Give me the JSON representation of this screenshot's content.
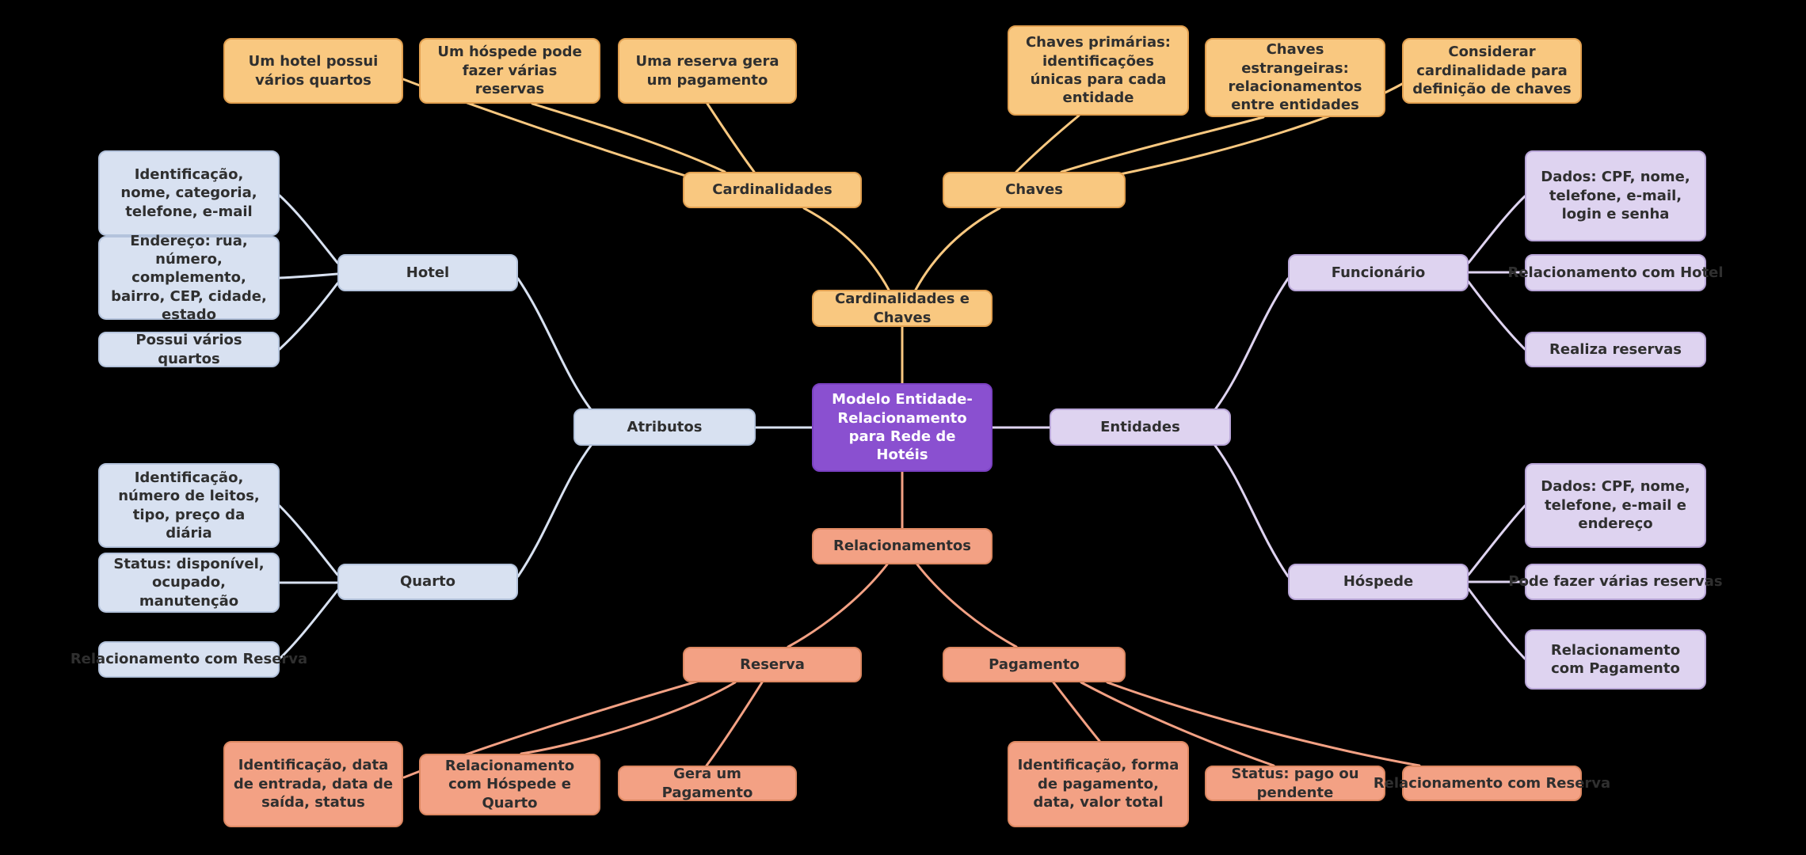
{
  "colors": {
    "background": "#000000",
    "root_fill": "#8a50d0",
    "root_border": "#7a40c2",
    "root_text": "#ffffff",
    "node_text": "#2f2f2f",
    "branch_cardinalidades_chaves": "#f9c880",
    "branch_cardinalidades_chaves_border": "#e2a050",
    "branch_atributos": "#d8e1f1",
    "branch_atributos_border": "#b4c3dc",
    "branch_entidades": "#ded3f0",
    "branch_entidades_border": "#b9a6d8",
    "branch_relacionamentos": "#f3a184",
    "branch_relacionamentos_border": "#dd8862"
  },
  "root": {
    "label": "Modelo Entidade-Relacionamento para Rede de Hotéis"
  },
  "branches": {
    "cardinalidades_chaves": {
      "label": "Cardinalidades e Chaves",
      "children": {
        "cardinalidades": {
          "label": "Cardinalidades",
          "items": [
            "Um hotel possui vários quartos",
            "Um hóspede pode fazer várias reservas",
            "Uma reserva gera um pagamento"
          ]
        },
        "chaves": {
          "label": "Chaves",
          "items": [
            "Chaves primárias: identificações únicas para cada entidade",
            "Chaves estrangeiras: relacionamentos entre entidades",
            "Considerar cardinalidade para definição de chaves"
          ]
        }
      }
    },
    "atributos": {
      "label": "Atributos",
      "children": {
        "hotel": {
          "label": "Hotel",
          "items": [
            "Identificação, nome, categoria, telefone, e-mail",
            "Endereço: rua, número, complemento, bairro, CEP, cidade, estado",
            "Possui vários quartos"
          ]
        },
        "quarto": {
          "label": "Quarto",
          "items": [
            "Identificação, número de leitos, tipo, preço da diária",
            "Status: disponível, ocupado, manutenção",
            "Relacionamento com Reserva"
          ]
        }
      }
    },
    "entidades": {
      "label": "Entidades",
      "children": {
        "funcionario": {
          "label": "Funcionário",
          "items": [
            "Dados: CPF, nome, telefone, e-mail, login e senha",
            "Relacionamento com Hotel",
            "Realiza reservas"
          ]
        },
        "hospede": {
          "label": "Hóspede",
          "items": [
            "Dados: CPF, nome, telefone, e-mail e endereço",
            "Pode fazer várias reservas",
            "Relacionamento com Pagamento"
          ]
        }
      }
    },
    "relacionamentos": {
      "label": "Relacionamentos",
      "children": {
        "reserva": {
          "label": "Reserva",
          "items": [
            "Identificação, data de entrada, data de saída, status",
            "Relacionamento com Hóspede e Quarto",
            "Gera um Pagamento"
          ]
        },
        "pagamento": {
          "label": "Pagamento",
          "items": [
            "Identificação, forma de pagamento, data, valor total",
            "Status: pago ou pendente",
            "Relacionamento com Reserva"
          ]
        }
      }
    }
  }
}
